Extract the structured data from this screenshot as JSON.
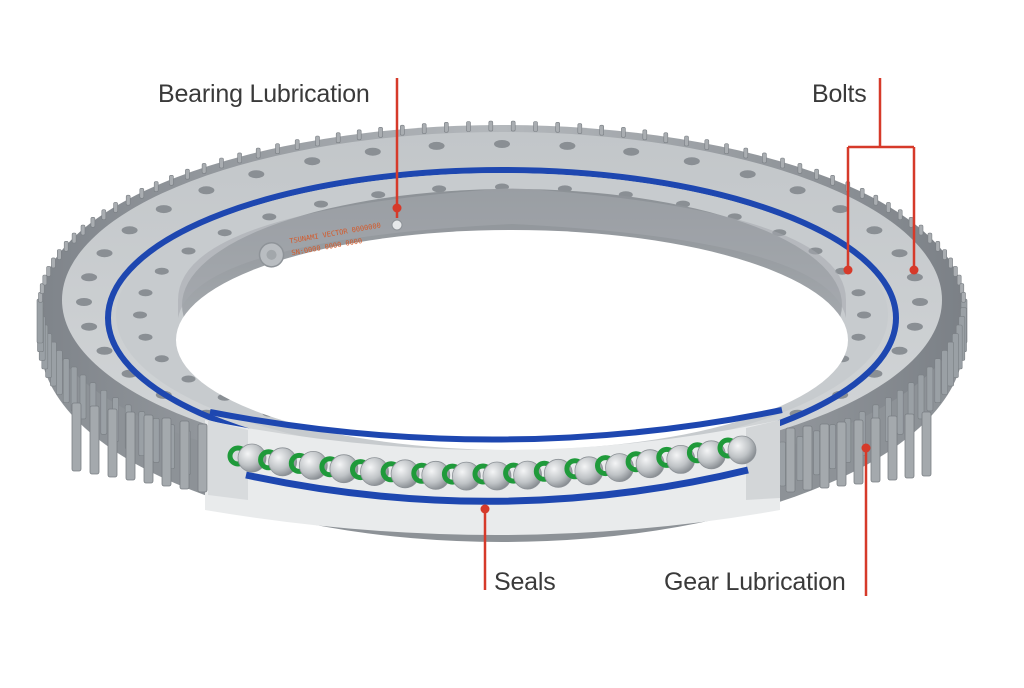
{
  "diagram": {
    "subject": "slewing-bearing",
    "callouts": {
      "bearing_lubrication": "Bearing Lubrication",
      "bolts": "Bolts",
      "seals": "Seals",
      "gear_lubrication": "Gear Lubrication"
    },
    "colors": {
      "leader_line": "#d63a2a",
      "ring_body": "#9ea3a8",
      "ring_top": "#c9cdd0",
      "seal": "#1e47b0",
      "balls": "#c2c6c9",
      "spacers": "#1f9a3a",
      "label_text": "#3a3a3a",
      "engraving": "#d45a2a"
    },
    "engraving": [
      "TSUNAMI VECTOR 0000000",
      "SN:0000 0000 0000"
    ]
  }
}
